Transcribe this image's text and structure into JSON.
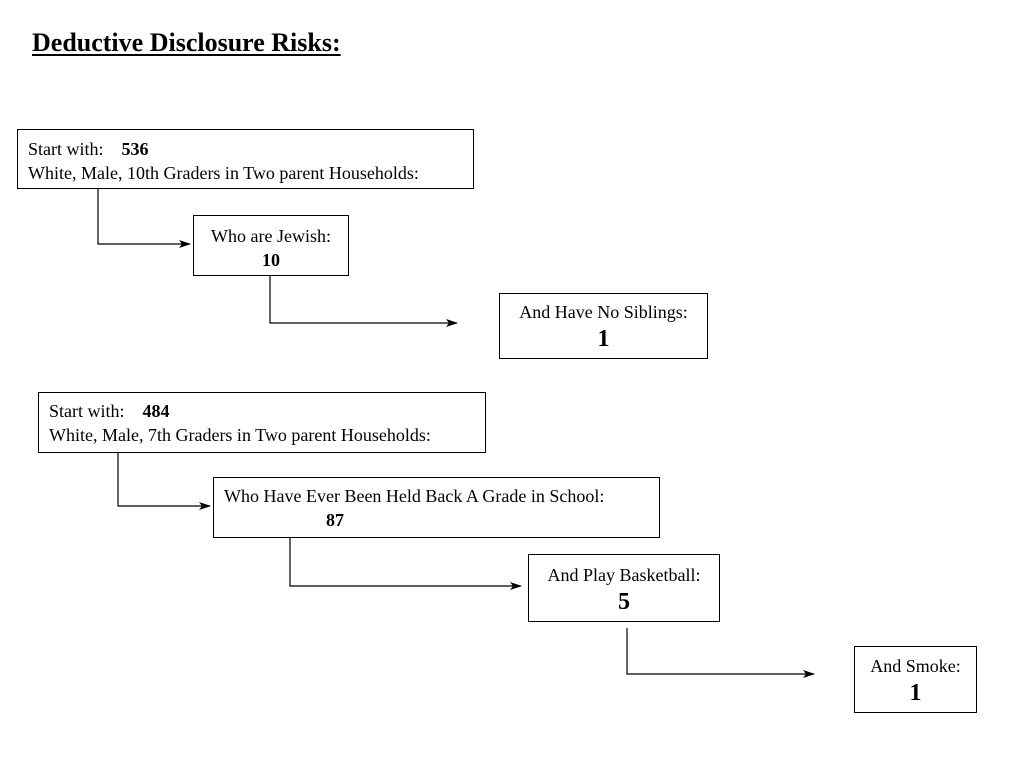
{
  "title": "Deductive Disclosure Risks:",
  "scenarios": [
    {
      "start": {
        "label": "Start with:",
        "count": "536",
        "description": "White, Male, 10th Graders in Two parent Households:"
      },
      "steps": [
        {
          "label": "Who are Jewish:",
          "count": "10"
        },
        {
          "label": "And Have No Siblings:",
          "count": "1"
        }
      ]
    },
    {
      "start": {
        "label": "Start with:",
        "count": "484",
        "description": "White, Male, 7th Graders in Two parent Households:"
      },
      "steps": [
        {
          "label": "Who Have Ever Been Held Back A Grade in School:",
          "count": "87"
        },
        {
          "label": "And Play Basketball:",
          "count": "5"
        },
        {
          "label": "And Smoke:",
          "count": "1"
        }
      ]
    }
  ]
}
